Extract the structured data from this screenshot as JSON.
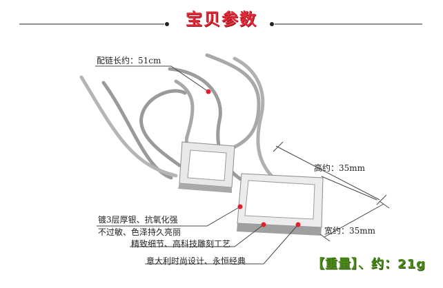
{
  "header": {
    "title": "宝贝参数"
  },
  "labels": {
    "chain_length": "配链长约：51cm",
    "height": "高约：35mm",
    "width": "宽约：35mm",
    "material_line1": "镀3层厚银、抗氧化强",
    "material_line2": "不过敏、色泽持久亮丽",
    "craft": "精致细节、高科技雕刻工艺",
    "design": "意大利时尚设计、永恒经典",
    "weight": "【重量】、约：21g"
  },
  "colors": {
    "title": "#e02a38",
    "weight": "#4c8a1a",
    "marker": "#e0202c"
  }
}
